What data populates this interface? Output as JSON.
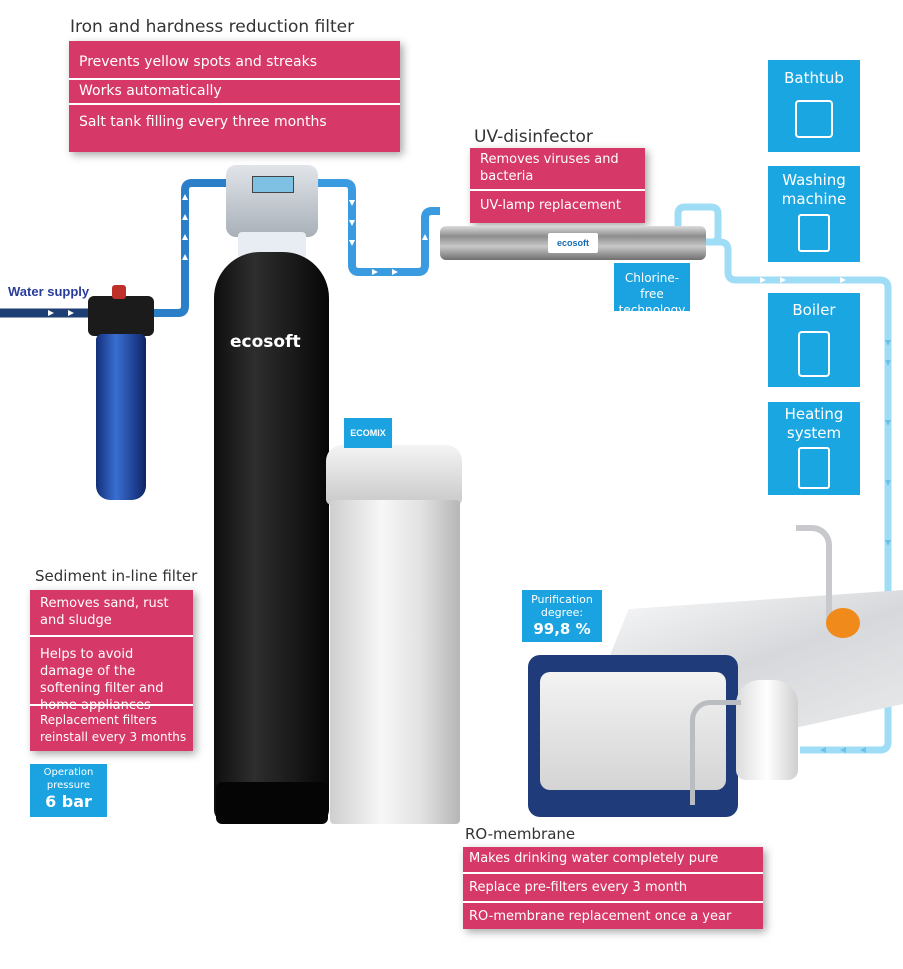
{
  "iron_filter": {
    "title": "Iron and hardness reduction filter",
    "items": [
      "Prevents yellow spots and streaks",
      "Works automatically",
      "Salt tank filling every three months"
    ]
  },
  "uv": {
    "title": "UV-disinfector",
    "items": [
      "Removes viruses and bacteria",
      "UV-lamp replacement"
    ],
    "note": "Chlorine-free technology"
  },
  "supply": {
    "label": "Water supply"
  },
  "sediment": {
    "title": "Sediment in-line filter",
    "items": [
      "Removes sand, rust and sludge",
      "Helps to avoid damage of the softening filter and home appliances",
      "Replacement filters reinstall every 3 months"
    ],
    "pressure_label": "Operation pressure",
    "pressure_value": "6 bar"
  },
  "ro": {
    "title": "RO-membrane",
    "items": [
      "Makes drinking water completely pure",
      "Replace pre-filters every 3 month",
      "RO-membrane replacement once a year"
    ],
    "purification_label": "Purification degree:",
    "purification_value": "99,8 %"
  },
  "appliances": [
    "Bathtub",
    "Washing machine",
    "Boiler",
    "Heating system"
  ],
  "brand": {
    "logo": "ecosoft",
    "salt_tank_logo": "ECOMIX"
  },
  "colors": {
    "accent_pink": "#d63867",
    "accent_blue": "#1aa7e1",
    "pipe_dark": "#2b7fc8",
    "pipe_light": "#8fd3f0"
  }
}
